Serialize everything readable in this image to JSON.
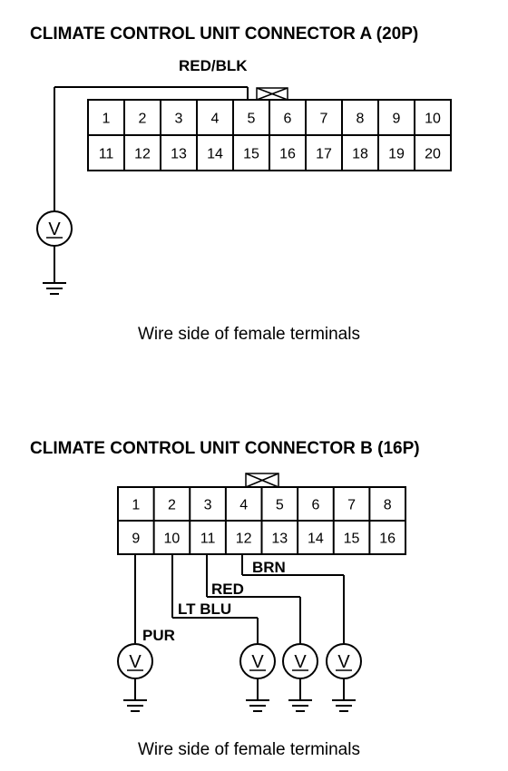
{
  "connector_a": {
    "title": "CLIMATE CONTROL UNIT CONNECTOR A (20P)",
    "wire_label": "RED/BLK",
    "caption": "Wire side of female terminals",
    "pins": {
      "row1": [
        "1",
        "2",
        "3",
        "4",
        "5",
        "6",
        "7",
        "8",
        "9",
        "10"
      ],
      "row2": [
        "11",
        "12",
        "13",
        "14",
        "15",
        "16",
        "17",
        "18",
        "19",
        "20"
      ]
    },
    "meter_symbol": "V"
  },
  "connector_b": {
    "title": "CLIMATE CONTROL UNIT CONNECTOR B (16P)",
    "wire_labels": {
      "brn": "BRN",
      "red": "RED",
      "lt_blu": "LT BLU",
      "pur": "PUR"
    },
    "caption": "Wire side of female terminals",
    "pins": {
      "row1": [
        "1",
        "2",
        "3",
        "4",
        "5",
        "6",
        "7",
        "8"
      ],
      "row2": [
        "9",
        "10",
        "11",
        "12",
        "13",
        "14",
        "15",
        "16"
      ]
    },
    "meter_symbol": "V"
  }
}
